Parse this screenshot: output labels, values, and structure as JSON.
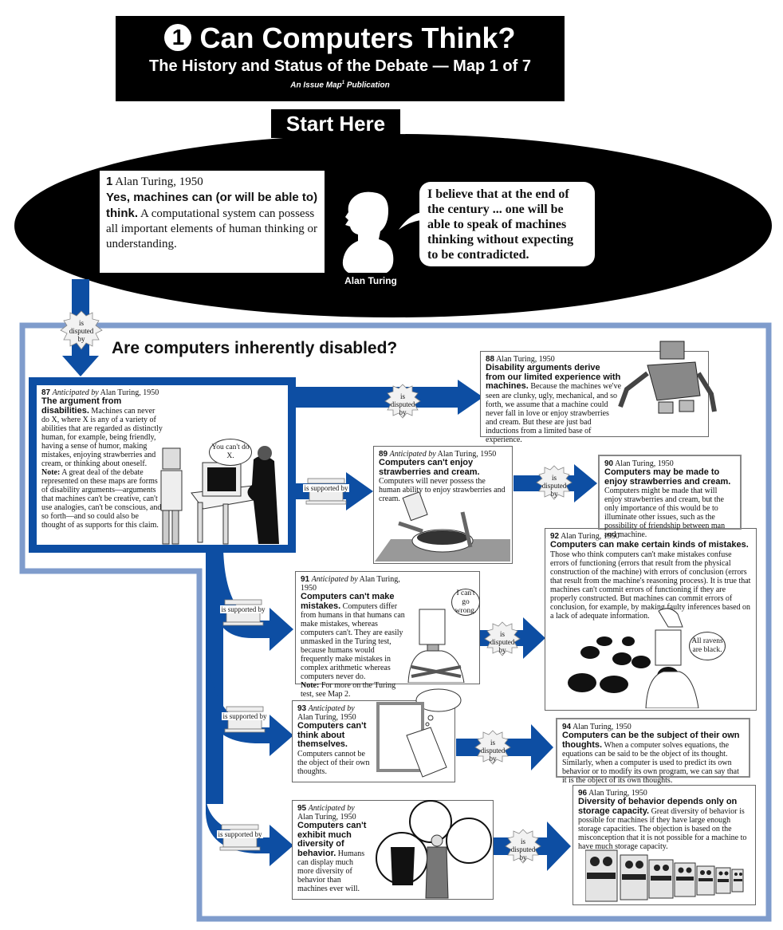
{
  "header": {
    "map_number": "1",
    "title": "Can Computers Think?",
    "subtitle": "The History and Status of the Debate — Map 1 of 7",
    "publication": "An Issue Map",
    "publication_mark": "1",
    "publication_suffix": "Publication"
  },
  "start": {
    "label": "Start Here",
    "claim": {
      "number": "1",
      "author": "Alan Turing, 1950",
      "headline": "Yes, machines can (or will be able to) think.",
      "body": "A computational system can possess all important elements of human thinking or understanding."
    },
    "quote": "I believe that at the end of the century ... one will be able to speak of machines thinking without expecting to be contradicted.",
    "portrait_label": "Alan Turing"
  },
  "links": {
    "disputed": [
      "is",
      "disputed",
      "by"
    ],
    "supported": "is supported by"
  },
  "region": {
    "title": "Are computers inherently disabled?"
  },
  "claims": [
    {
      "number": "87",
      "prefix": "Anticipated by",
      "author": "Alan Turing, 1950",
      "headline": "The argument from disabilities.",
      "body": "Machines can never do X, where X is any of a variety of abilities that are regarded as distinctly human, for example, being friendly, having a sense of humor, making mistakes, enjoying strawberries and cream, or thinking about oneself.",
      "note_label": "Note:",
      "note": "A great deal of the debate represented on these maps are forms of disability arguments—arguments that machines can't be creative, can't use analogies, can't be conscious, and so forth—and so could also be thought of as supports for this claim.",
      "speech": "You can't do X."
    },
    {
      "number": "88",
      "prefix": "",
      "author": "Alan Turing, 1950",
      "headline": "Disability arguments derive from our limited experience with machines.",
      "body": "Because the machines we've seen are clunky, ugly, mechanical, and so forth, we assume that a machine could never fall in love or enjoy strawberries and cream. But these are just bad inductions from a limited base of experience."
    },
    {
      "number": "89",
      "prefix": "Anticipated by",
      "author": "Alan Turing, 1950",
      "headline": "Computers can't enjoy strawberries and cream.",
      "body": "Computers will never possess the human ability to enjoy strawberries and cream."
    },
    {
      "number": "90",
      "prefix": "",
      "author": "Alan Turing, 1950",
      "headline": "Computers may be made to enjoy strawberries and cream.",
      "body": "Computers might be made that will enjoy strawberries and cream, but the only importance of this would be to illuminate other issues, such as the possibility of friendship between man and machine."
    },
    {
      "number": "91",
      "prefix": "Anticipated by",
      "author": "Alan Turing, 1950",
      "headline": "Computers can't make mistakes.",
      "body": "Computers differ from humans in that humans can make mistakes, whereas computers can't. They are easily unmasked in the Turing test, because humans would frequently make mistakes in complex arithmetic whereas computers never do.",
      "note_label": "Note:",
      "note": "For more on the Turing test, see Map 2.",
      "speech": "I can't go wrong."
    },
    {
      "number": "92",
      "prefix": "",
      "author": "Alan Turing, 1950",
      "headline": "Computers can make certain kinds of mistakes.",
      "body": "Those who think computers can't make mistakes confuse errors of functioning (errors that result from the physical construction of the machine) with errors of conclusion (errors that result from the machine's reasoning process). It is true that machines can't commit errors of functioning if they are properly constructed. But machines can commit errors of conclusion, for example, by making faulty inferences based on a lack of adequate information.",
      "speech": "All ravens are black."
    },
    {
      "number": "93",
      "prefix": "Anticipated by",
      "author": "Alan Turing, 1950",
      "headline": "Computers can't think about themselves.",
      "body": "Computers cannot be the object of their own thoughts."
    },
    {
      "number": "94",
      "prefix": "",
      "author": "Alan Turing, 1950",
      "headline": "Computers can be the subject of their own thoughts.",
      "body": "When a computer solves equations, the equations can be said to be the object of its thought. Similarly, when a computer is used to predict its own behavior or to modify its own program, we can say that it is the object of its own thoughts."
    },
    {
      "number": "95",
      "prefix": "Anticipated by",
      "author": "Alan Turing, 1950",
      "headline": "Computers can't exhibit much diversity of behavior.",
      "body": "Humans can display much more diversity of behavior than machines ever will."
    },
    {
      "number": "96",
      "prefix": "",
      "author": "Alan Turing, 1950",
      "headline": "Diversity of behavior depends only on storage capacity.",
      "body": "Great diversity of behavior is possible for machines if they have large enough storage capacities. The objection is based on the misconception that it is not possible for a machine to have much storage capacity."
    }
  ],
  "colors": {
    "arrow_blue": "#0d4ea3",
    "frame_blue": "#7f9ccc",
    "black": "#000000",
    "starburst": "#f2f2f2"
  }
}
